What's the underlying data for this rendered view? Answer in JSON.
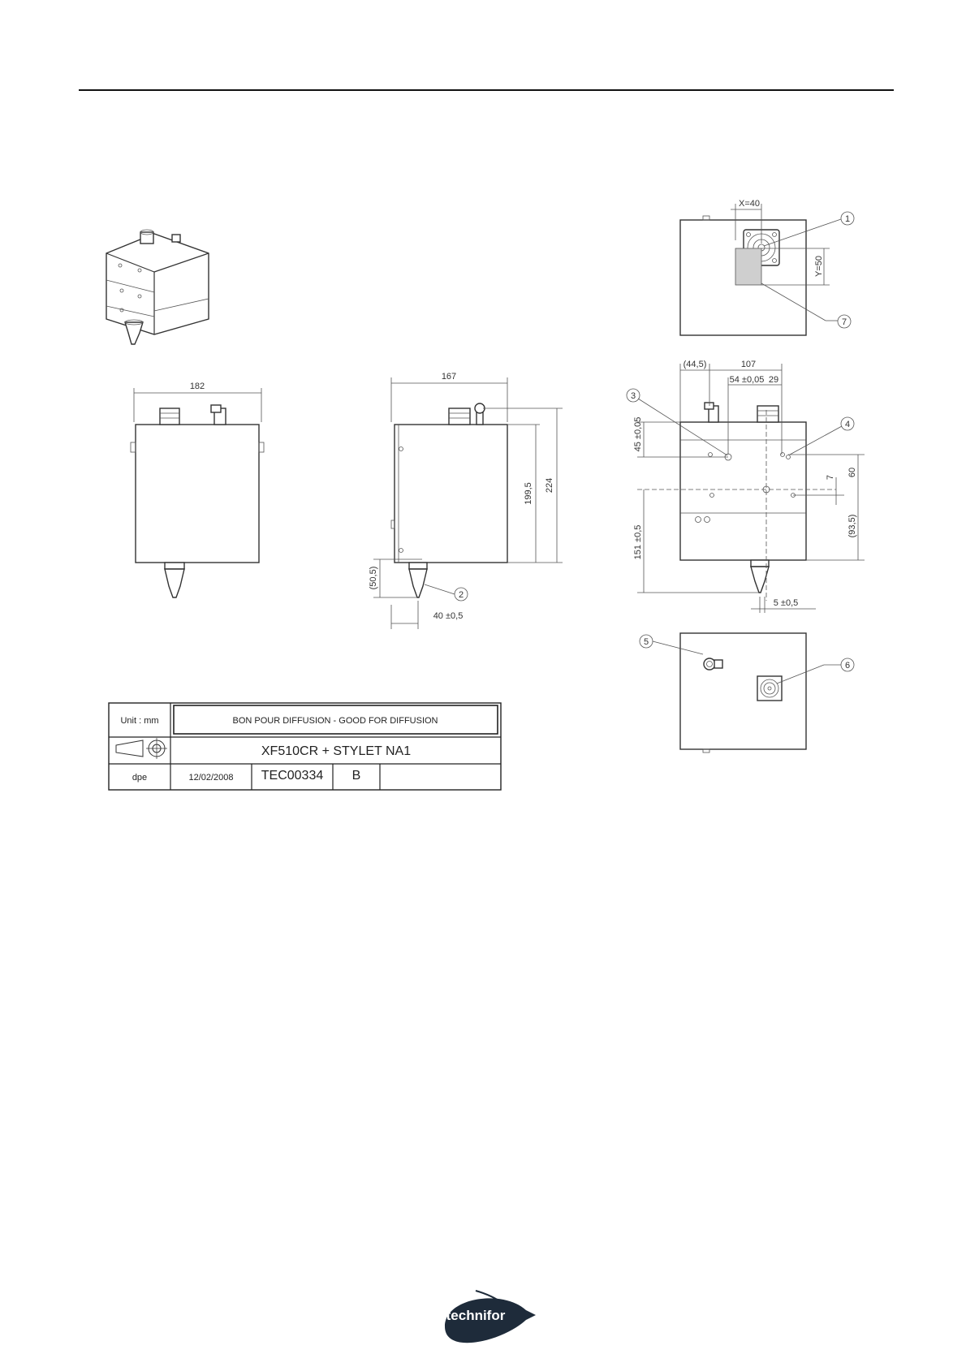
{
  "colors": {
    "line": "#333333",
    "logo_bg": "#1e2b3a",
    "logo_text": "#ffffff"
  },
  "dimensions": {
    "front_width": "182",
    "side_width": "167",
    "side_body_height": "199,5",
    "side_total_height": "224",
    "side_tip_height": "(50,5)",
    "side_tip_offset": "40 ±0,5",
    "top_x": "X=40",
    "top_y": "Y=50",
    "rear_left": "(44,5)",
    "rear_width": "107",
    "rear_spacing": "54 ±0,05",
    "rear_right": "29",
    "rear_hole_height": "45 ±0,05",
    "rear_7": "7",
    "rear_60": "60",
    "rear_935": "(93,5)",
    "rear_151": "151 ±0,5",
    "rear_5": "5 ±0,5"
  },
  "callouts": [
    "1",
    "2",
    "3",
    "4",
    "5",
    "6",
    "7"
  ],
  "title_block": {
    "unit": "Unit : mm",
    "approval": "BON POUR DIFFUSION - GOOD FOR DIFFUSION",
    "title": "XF510CR + STYLET NA1",
    "author": "dpe",
    "date": "12/02/2008",
    "reference": "TEC00334",
    "revision": "B"
  },
  "logo": {
    "text": "technifor"
  }
}
